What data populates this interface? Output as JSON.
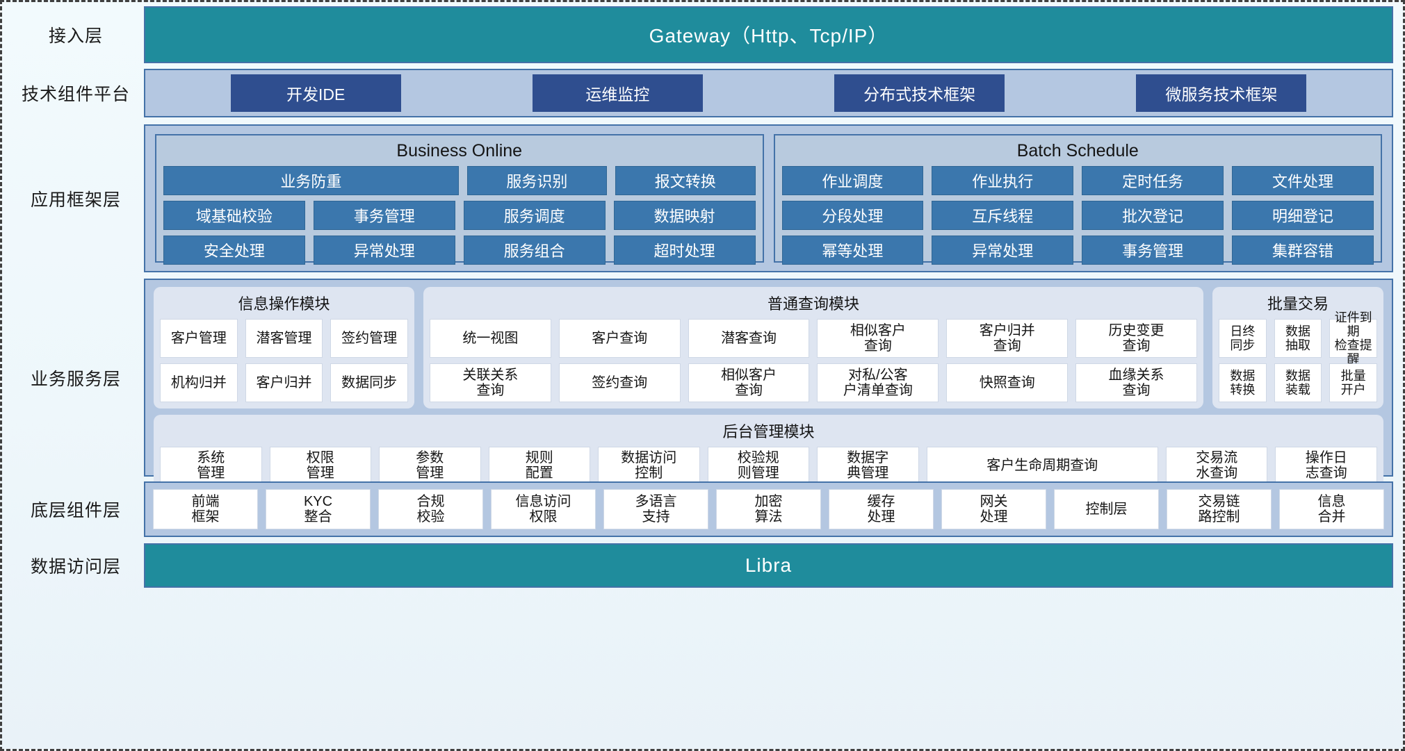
{
  "layers": [
    {
      "name": "access",
      "label": "接入层",
      "bar_text": "Gateway（Http、Tcp/IP）",
      "color": "#1f8c9c"
    },
    {
      "name": "tech-platform",
      "label": "技术组件平台",
      "chips": [
        "开发IDE",
        "运维监控",
        "分布式技术框架",
        "微服务技术框架"
      ],
      "chip_color": "#2f4e8f"
    },
    {
      "name": "app-framework",
      "label": "应用框架层",
      "groups": [
        {
          "title": "Business Online",
          "rows": [
            [
              {
                "label": "业务防重",
                "span": 2
              },
              {
                "label": "服务识别",
                "span": 1
              },
              {
                "label": "报文转换",
                "span": 1
              }
            ],
            [
              {
                "label": "域基础校验",
                "span": 1
              },
              {
                "label": "事务管理",
                "span": 1
              },
              {
                "label": "服务调度",
                "span": 1
              },
              {
                "label": "数据映射",
                "span": 1
              }
            ],
            [
              {
                "label": "安全处理",
                "span": 1
              },
              {
                "label": "异常处理",
                "span": 1
              },
              {
                "label": "服务组合",
                "span": 1
              },
              {
                "label": "超时处理",
                "span": 1
              }
            ]
          ]
        },
        {
          "title": "Batch Schedule",
          "rows": [
            [
              {
                "label": "作业调度",
                "span": 1
              },
              {
                "label": "作业执行",
                "span": 1
              },
              {
                "label": "定时任务",
                "span": 1
              },
              {
                "label": "文件处理",
                "span": 1
              }
            ],
            [
              {
                "label": "分段处理",
                "span": 1
              },
              {
                "label": "互斥线程",
                "span": 1
              },
              {
                "label": "批次登记",
                "span": 1
              },
              {
                "label": "明细登记",
                "span": 1
              }
            ],
            [
              {
                "label": "幂等处理",
                "span": 1
              },
              {
                "label": "异常处理",
                "span": 1
              },
              {
                "label": "事务管理",
                "span": 1
              },
              {
                "label": "集群容错",
                "span": 1
              }
            ]
          ]
        }
      ]
    },
    {
      "name": "business-service",
      "label": "业务服务层",
      "modules": [
        {
          "title": "信息操作模块",
          "rows": [
            [
              "客户管理",
              "潜客管理",
              "签约管理"
            ],
            [
              "机构归并",
              "客户归并",
              "数据同步"
            ]
          ]
        },
        {
          "title": "普通查询模块",
          "rows": [
            [
              "统一视图",
              "客户查询",
              "潜客查询",
              "相似客户\n查询",
              "客户归并\n查询",
              "历史变更\n查询"
            ],
            [
              "关联关系\n查询",
              "签约查询",
              "相似客户\n查询",
              "对私/公客\n户清单查询",
              "快照查询",
              "血缘关系\n查询"
            ]
          ]
        },
        {
          "title": "批量交易",
          "rows": [
            [
              "日终\n同步",
              "数据\n抽取",
              "证件到期\n检查提醒"
            ],
            [
              "数据\n转换",
              "数据\n装载",
              "批量\n开户"
            ]
          ]
        }
      ],
      "backstage": {
        "title": "后台管理模块",
        "cells": [
          {
            "label": "系统\n管理",
            "wide": false
          },
          {
            "label": "权限\n管理",
            "wide": false
          },
          {
            "label": "参数\n管理",
            "wide": false
          },
          {
            "label": "规则\n配置",
            "wide": false
          },
          {
            "label": "数据访问\n控制",
            "wide": false
          },
          {
            "label": "校验规\n则管理",
            "wide": false
          },
          {
            "label": "数据字\n典管理",
            "wide": false
          },
          {
            "label": "客户生命周期查询",
            "wide": true
          },
          {
            "label": "交易流\n水查询",
            "wide": false
          },
          {
            "label": "操作日\n志查询",
            "wide": false
          }
        ]
      }
    },
    {
      "name": "base-component",
      "label": "底层组件层",
      "cells": [
        "前端\n框架",
        "KYC\n整合",
        "合规\n校验",
        "信息访问\n权限",
        "多语言\n支持",
        "加密\n算法",
        "缓存\n处理",
        "网关\n处理",
        "控制层",
        "交易链\n路控制",
        "信息\n合并"
      ]
    },
    {
      "name": "data-access",
      "label": "数据访问层",
      "bar_text": "Libra",
      "color": "#1f8c9c"
    }
  ],
  "colors": {
    "teal": "#1f8c9c",
    "panel_blue": "#b4c7e1",
    "chip_navy": "#2f4e8f",
    "cell_blue": "#3b77ad",
    "module_bg": "#dee5f1",
    "border_blue": "#4472a8"
  }
}
